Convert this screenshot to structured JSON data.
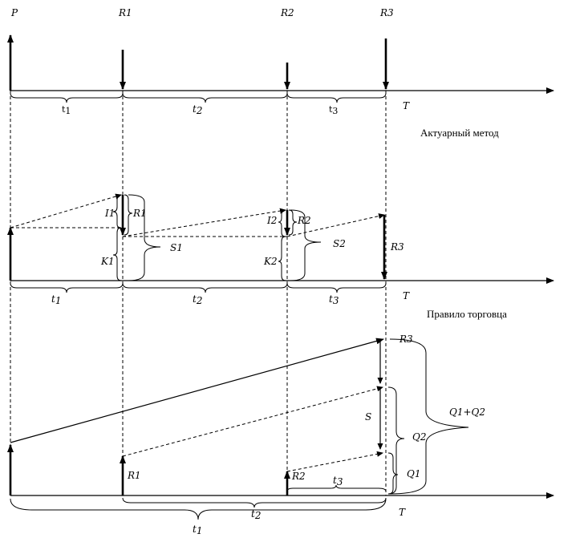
{
  "top_labels": {
    "p": "P",
    "r1": "R1",
    "r2": "R2",
    "r3": "R3"
  },
  "axis_label": "T",
  "section1": {
    "t1": "t",
    "t1_sub": "1",
    "t2": "t",
    "t2_sub": "2",
    "t3": "t",
    "t3_sub": "3"
  },
  "section2": {
    "title": "Актуарный метод",
    "i1": "I1",
    "r1": "R1",
    "k1": "K1",
    "s1": "S1",
    "i2": "I2",
    "r2": "R2",
    "k2": "K2",
    "s2": "S2",
    "r3": "R3",
    "t1": "t",
    "t1_sub": "1",
    "t2": "t",
    "t2_sub": "2",
    "t3": "t",
    "t3_sub": "3"
  },
  "section3": {
    "title": "Правило торговца",
    "r3": "R3",
    "r1": "R1",
    "r2": "R2",
    "s": "S",
    "q1": "Q1",
    "q2": "Q2",
    "q1q2": "Q1+Q2",
    "t1": "t",
    "t1_sub": "1",
    "t2": "t",
    "t2_sub": "2",
    "t3": "t",
    "t3_sub": "3"
  }
}
